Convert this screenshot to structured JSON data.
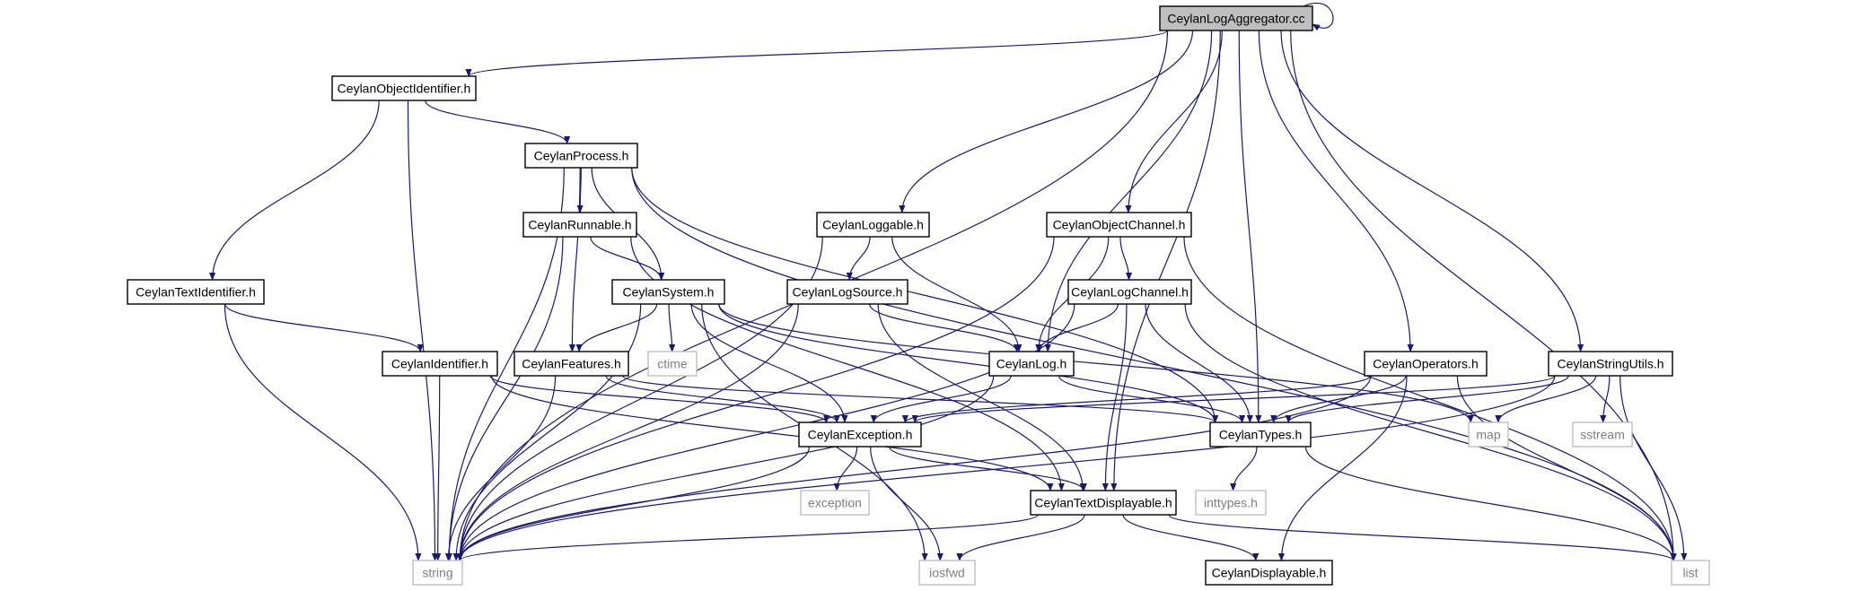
{
  "colors": {
    "edge": "#191970",
    "root_fill": "#bfbfbf",
    "node_border": "#000000",
    "external_border": "#bfbfbf",
    "external_text": "#808080",
    "text": "#000000"
  },
  "nodes": {
    "root": {
      "label": "CeylanLogAggregator.cc",
      "kind": "root"
    },
    "objident": {
      "label": "CeylanObjectIdentifier.h",
      "kind": "header"
    },
    "process": {
      "label": "CeylanProcess.h",
      "kind": "header"
    },
    "runnable": {
      "label": "CeylanRunnable.h",
      "kind": "header"
    },
    "loggable": {
      "label": "CeylanLoggable.h",
      "kind": "header"
    },
    "objchannel": {
      "label": "CeylanObjectChannel.h",
      "kind": "header"
    },
    "textident": {
      "label": "CeylanTextIdentifier.h",
      "kind": "header"
    },
    "system": {
      "label": "CeylanSystem.h",
      "kind": "header"
    },
    "logsource": {
      "label": "CeylanLogSource.h",
      "kind": "header"
    },
    "logchannel": {
      "label": "CeylanLogChannel.h",
      "kind": "header"
    },
    "identifier": {
      "label": "CeylanIdentifier.h",
      "kind": "header"
    },
    "features": {
      "label": "CeylanFeatures.h",
      "kind": "header"
    },
    "ctime": {
      "label": "ctime",
      "kind": "external"
    },
    "log": {
      "label": "CeylanLog.h",
      "kind": "header"
    },
    "operators": {
      "label": "CeylanOperators.h",
      "kind": "header"
    },
    "stringutils": {
      "label": "CeylanStringUtils.h",
      "kind": "header"
    },
    "exception": {
      "label": "CeylanException.h",
      "kind": "header"
    },
    "types": {
      "label": "CeylanTypes.h",
      "kind": "header"
    },
    "map": {
      "label": "map",
      "kind": "external"
    },
    "sstream": {
      "label": "sstream",
      "kind": "external"
    },
    "stdexception": {
      "label": "exception",
      "kind": "external"
    },
    "textdisp": {
      "label": "CeylanTextDisplayable.h",
      "kind": "header"
    },
    "inttypes": {
      "label": "inttypes.h",
      "kind": "external"
    },
    "string": {
      "label": "string",
      "kind": "external"
    },
    "iosfwd": {
      "label": "iosfwd",
      "kind": "external"
    },
    "displayable": {
      "label": "CeylanDisplayable.h",
      "kind": "header"
    },
    "list": {
      "label": "list",
      "kind": "external"
    }
  },
  "edges": [
    [
      "root",
      "root"
    ],
    [
      "root",
      "objident"
    ],
    [
      "root",
      "string"
    ],
    [
      "root",
      "loggable"
    ],
    [
      "root",
      "log"
    ],
    [
      "root",
      "objchannel"
    ],
    [
      "root",
      "textdisp"
    ],
    [
      "root",
      "types"
    ],
    [
      "root",
      "operators"
    ],
    [
      "root",
      "stringutils"
    ],
    [
      "root",
      "list"
    ],
    [
      "objident",
      "process"
    ],
    [
      "objident",
      "textident"
    ],
    [
      "objident",
      "string"
    ],
    [
      "process",
      "runnable"
    ],
    [
      "process",
      "system"
    ],
    [
      "process",
      "features"
    ],
    [
      "process",
      "types"
    ],
    [
      "process",
      "string"
    ],
    [
      "process",
      "list"
    ],
    [
      "runnable",
      "system"
    ],
    [
      "runnable",
      "textdisp"
    ],
    [
      "runnable",
      "string"
    ],
    [
      "loggable",
      "logsource"
    ],
    [
      "loggable",
      "log"
    ],
    [
      "loggable",
      "string"
    ],
    [
      "objchannel",
      "logchannel"
    ],
    [
      "objchannel",
      "log"
    ],
    [
      "objchannel",
      "string"
    ],
    [
      "objchannel",
      "list"
    ],
    [
      "textident",
      "identifier"
    ],
    [
      "textident",
      "string"
    ],
    [
      "system",
      "features"
    ],
    [
      "system",
      "ctime"
    ],
    [
      "system",
      "exception"
    ],
    [
      "system",
      "types"
    ],
    [
      "system",
      "string"
    ],
    [
      "system",
      "iosfwd"
    ],
    [
      "system",
      "map"
    ],
    [
      "logsource",
      "log"
    ],
    [
      "logsource",
      "textdisp"
    ],
    [
      "logsource",
      "string"
    ],
    [
      "logchannel",
      "log"
    ],
    [
      "logchannel",
      "types"
    ],
    [
      "logchannel",
      "textdisp"
    ],
    [
      "logchannel",
      "string"
    ],
    [
      "logchannel",
      "list"
    ],
    [
      "identifier",
      "exception"
    ],
    [
      "identifier",
      "textdisp"
    ],
    [
      "identifier",
      "string"
    ],
    [
      "features",
      "exception"
    ],
    [
      "features",
      "types"
    ],
    [
      "features",
      "string"
    ],
    [
      "log",
      "exception"
    ],
    [
      "log",
      "types"
    ],
    [
      "log",
      "string"
    ],
    [
      "operators",
      "exception"
    ],
    [
      "operators",
      "types"
    ],
    [
      "operators",
      "string"
    ],
    [
      "operators",
      "displayable"
    ],
    [
      "operators",
      "list"
    ],
    [
      "stringutils",
      "exception"
    ],
    [
      "stringutils",
      "types"
    ],
    [
      "stringutils",
      "map"
    ],
    [
      "stringutils",
      "sstream"
    ],
    [
      "stringutils",
      "string"
    ],
    [
      "stringutils",
      "list"
    ],
    [
      "exception",
      "stdexception"
    ],
    [
      "exception",
      "textdisp"
    ],
    [
      "exception",
      "string"
    ],
    [
      "exception",
      "iosfwd"
    ],
    [
      "types",
      "inttypes"
    ],
    [
      "types",
      "list"
    ],
    [
      "textdisp",
      "string"
    ],
    [
      "textdisp",
      "iosfwd"
    ],
    [
      "textdisp",
      "displayable"
    ],
    [
      "textdisp",
      "list"
    ]
  ]
}
